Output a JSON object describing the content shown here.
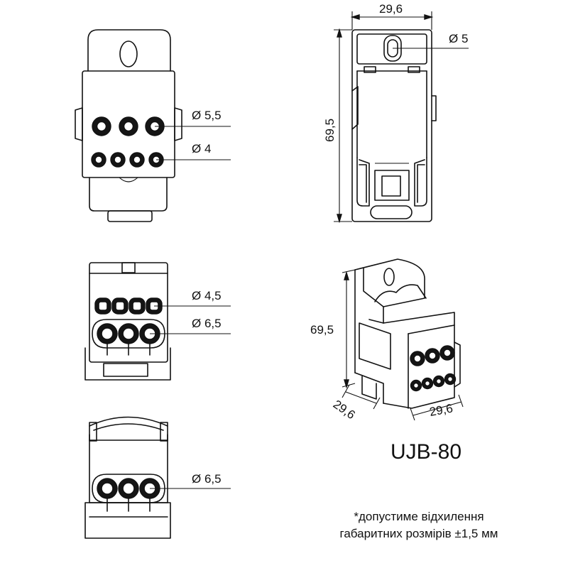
{
  "views": {
    "front": {
      "hole_large": "Ø 5,5",
      "hole_small": "Ø 4"
    },
    "side": {
      "width": "29,6",
      "height": "69,5",
      "slot": "Ø 5"
    },
    "top": {
      "hole_small": "Ø 4,5",
      "hole_large": "Ø 6,5"
    },
    "bottom": {
      "hole_large": "Ø 6,5"
    },
    "iso": {
      "height": "69,5",
      "depth": "29,6",
      "width": "29,6"
    }
  },
  "product": {
    "model": "UJB-80"
  },
  "note": {
    "line1": "*допустиме відхилення",
    "line2": "габаритних розмірів ±1,5 мм"
  }
}
